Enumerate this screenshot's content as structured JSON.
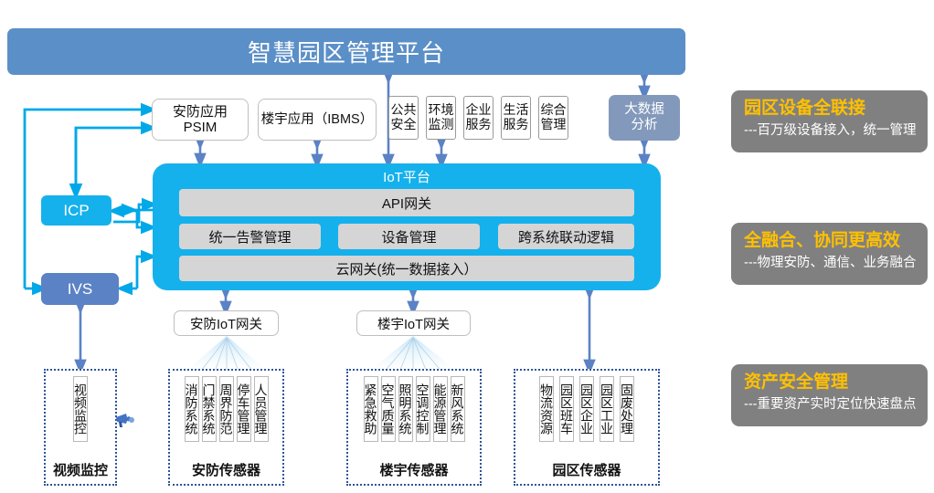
{
  "title": {
    "text": "智慧园区管理平台"
  },
  "applications": {
    "psim": "安防应用\nPSIM",
    "psim_line1": "安防应用",
    "psim_line2": "PSIM",
    "ibms": "楼宇应用（IBMS）",
    "chips": [
      {
        "line1": "公共",
        "line2": "安全"
      },
      {
        "line1": "环境",
        "line2": "监测"
      },
      {
        "line1": "企业",
        "line2": "服务"
      },
      {
        "line1": "生活",
        "line2": "服务"
      },
      {
        "line1": "综合",
        "line2": "管理"
      }
    ],
    "bigdata": {
      "line1": "大数据",
      "line2": "分析"
    }
  },
  "edge_nodes": {
    "icp": "ICP",
    "ivs": "IVS"
  },
  "iot_platform": {
    "title": "IoT平台",
    "api_gateway": "API网关",
    "modules": [
      "统一告警管理",
      "设备管理",
      "跨系统联动逻辑"
    ],
    "cloud_gateway": "云网关(统一数据接入）"
  },
  "gateways": {
    "security": "安防IoT网关",
    "building": "楼宇IoT网关"
  },
  "sensor_groups": [
    {
      "name": "video",
      "title": "视频监控",
      "items": [
        "视频监控"
      ],
      "icon": "camera-icon"
    },
    {
      "name": "security",
      "title": "安防传感器",
      "items": [
        "消防系统",
        "门禁系统",
        "周界防范",
        "停车管理",
        "人员管理"
      ]
    },
    {
      "name": "building",
      "title": "楼宇传感器",
      "items": [
        "紧急救助",
        "空气质量",
        "照明系统",
        "空调控制",
        "能源管理",
        "新风系统"
      ]
    },
    {
      "name": "park",
      "title": "园区传感器",
      "items": [
        "物流资源",
        "园区班车",
        "园区企业",
        "园区工业",
        "固废处理"
      ]
    }
  ],
  "feature_panels": [
    {
      "title": "园区设备全联接",
      "subtitle": "---百万级设备接入，统一管理"
    },
    {
      "title": "全融合、协同更高效",
      "subtitle": "---物理安防、通信、业务融合"
    },
    {
      "title": "资产安全管理",
      "subtitle": "---重要资产实时定位快速盘点"
    }
  ],
  "colors": {
    "title_bar": "#5b8fc7",
    "iot_platform": "#15b1ec",
    "icp": "#15b1ec",
    "ivs": "#5b82c4",
    "bigdata": "#8399bb",
    "module_box": "#d5d5d5",
    "panel_bg": "#808080",
    "panel_title": "#ffc000",
    "group_border": "#2f5597",
    "arrow_blue": "#00a8e8",
    "arrow_muted": "#5b82c4"
  }
}
